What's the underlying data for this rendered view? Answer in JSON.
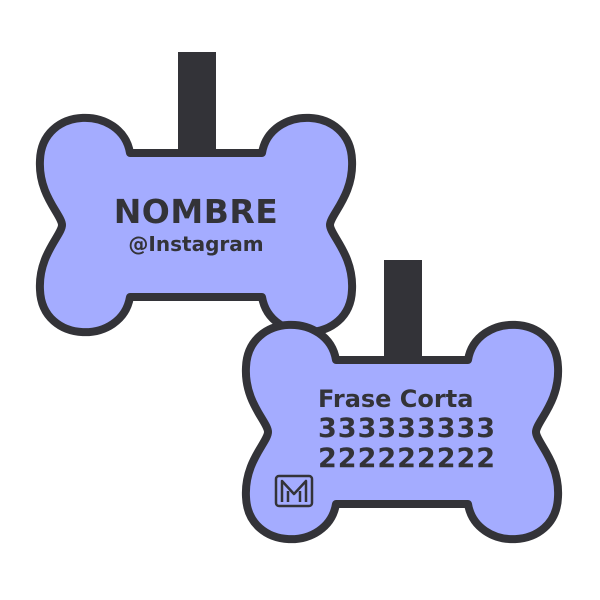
{
  "front_tag": {
    "name": "NOMBRE",
    "handle": "@Instagram"
  },
  "back_tag": {
    "phrase": "Frase Corta",
    "phone_1": "333333333",
    "phone_2": "222222222",
    "logo_icon": "m-logo-icon"
  },
  "colors": {
    "tag_fill": "#a4acff",
    "outline": "#333338",
    "background": "#ffffff"
  }
}
